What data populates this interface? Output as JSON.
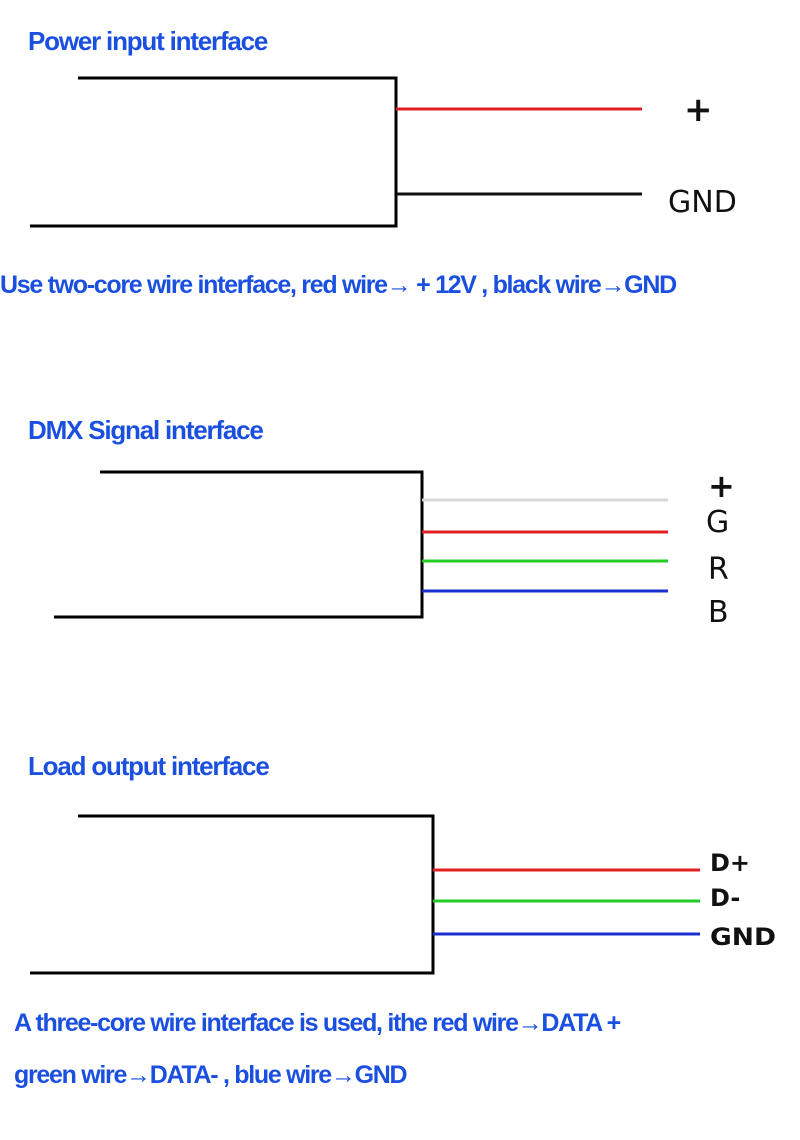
{
  "power": {
    "title": "Power input interface",
    "plus_label": "+",
    "gnd_label": "GND",
    "wire_colors": [
      "#e02020",
      "#111111"
    ],
    "caption": "Use two-core wire interface, red wire→ + 12V , black wire→GND"
  },
  "dmx": {
    "title": "DMX Signal interface",
    "labels": [
      "+",
      "G",
      "R",
      "B"
    ],
    "wire_colors": [
      "#d9d9d9",
      "#e02020",
      "#22cc22",
      "#1a2fd0"
    ]
  },
  "load": {
    "title": "Load output interface",
    "labels": [
      "D+",
      "D-",
      "GND"
    ],
    "wire_colors": [
      "#e02020",
      "#22cc22",
      "#1a2fd0"
    ],
    "caption_line1": "A three-core wire interface is used, ithe red wire→DATA +",
    "caption_line2": "green wire→DATA- , blue wire→GND"
  }
}
